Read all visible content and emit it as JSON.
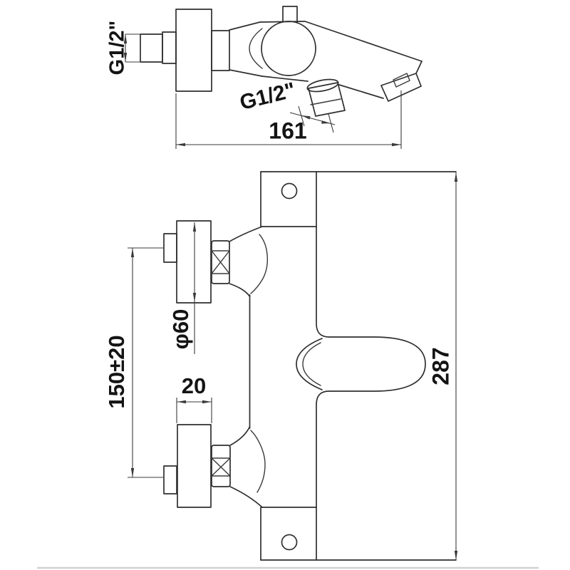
{
  "drawing": {
    "kind": "technical dimension drawing",
    "subject": "wall-mounted bath shower mixer tap (side view and front view)",
    "background_color": "#ffffff",
    "line_color": "#2f2f2f",
    "dimension_color": "#3b3b3b",
    "text_color": "#141414",
    "top_view": {
      "wall_thread_label": "G1/2\"",
      "outlet_thread_label": "G1/2\"",
      "overall_length": "161"
    },
    "front_view": {
      "escutcheon_diameter": "φ60",
      "connection_centers_distance": "150±20",
      "escutcheon_depth": "20",
      "overall_height": "287"
    }
  }
}
